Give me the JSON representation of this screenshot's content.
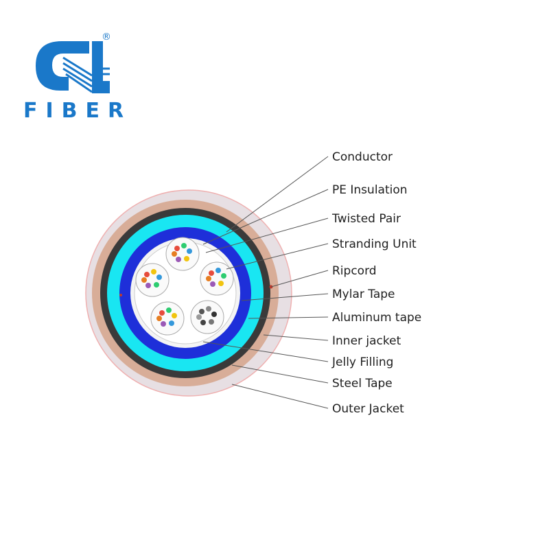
{
  "brand": {
    "name": "FIBER",
    "registered_mark": "®",
    "logo_icon": "cl-logo-icon",
    "color": "#1a78c9"
  },
  "diagram": {
    "labels": [
      "Conductor",
      "PE Insulation",
      "Twisted Pair",
      "Stranding Unit",
      "Ripcord",
      "Mylar Tape",
      "Aluminum tape",
      "Inner jacket",
      "Jelly Filling",
      "Steel Tape",
      "Outer Jacket"
    ],
    "colors": {
      "outer_jacket": "#e7dfe3",
      "steel_tape": "#d8ad98",
      "inner_jacket": "#3a3a3a",
      "jelly_filling": "#19e6f2",
      "aluminum_tape": "#1e2fd9",
      "mylar_tape": "#f1f1f1",
      "core": "#ffffff"
    }
  }
}
